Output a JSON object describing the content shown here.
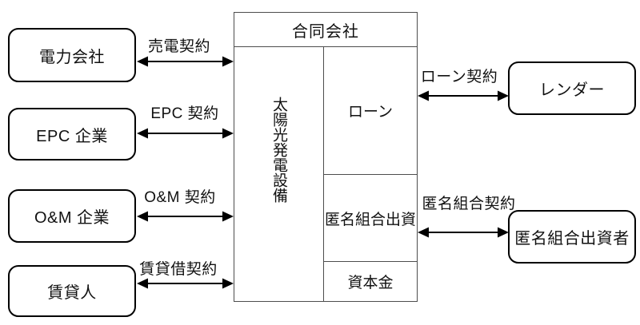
{
  "diagram": {
    "left_entities": [
      {
        "label": "電力会社",
        "contract": "売電契約"
      },
      {
        "label": "EPC 企業",
        "contract": "EPC 契約"
      },
      {
        "label": "O&M 企業",
        "contract": "O&M 契約"
      },
      {
        "label": "賃貸人",
        "contract": "賃貸借契約"
      }
    ],
    "center": {
      "title": "合同会社",
      "asset": "太陽光発電設備",
      "cells": [
        "ローン",
        "匿名組合出資",
        "資本金"
      ]
    },
    "right_entities": [
      {
        "label": "レンダー",
        "contract": "ローン契約"
      },
      {
        "label": "匿名組合出資者",
        "contract": "匿名組合契約"
      }
    ],
    "colors": {
      "background": "#ffffff",
      "entity_border": "#000000",
      "grid_border": "#4d4d4d",
      "arrow": "#000000",
      "text": "#111111"
    }
  }
}
